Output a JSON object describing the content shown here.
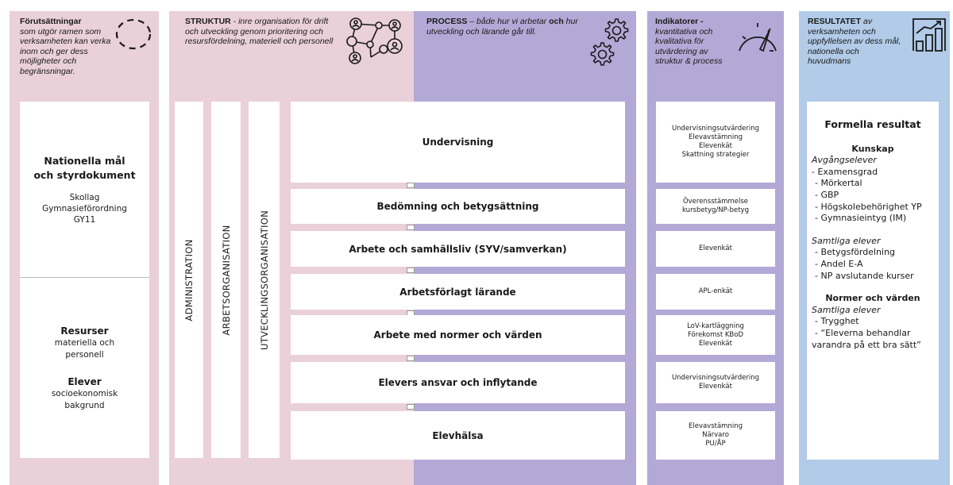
{
  "columns": {
    "forutsattningar": {
      "header_bold": "Förutsättningar",
      "header_italic": "som utgör ramen som verksamheten kan verka inom och ger dess möjligheter och begränsningar.",
      "box1": {
        "title": "Nationella mål och styrdokument",
        "lines": [
          "Skollag",
          "Gymnasieförordning",
          "GY11"
        ]
      },
      "box2": {
        "title1": "Resurser",
        "sub1": [
          "materiella och",
          "personell"
        ],
        "title2": "Elever",
        "sub2": [
          "socioekonomisk",
          "bakgrund"
        ]
      }
    },
    "struktur": {
      "header_bold": "STRUKTUR",
      "header_italic": " - inre organisation för drift och utveckling genom prioritering och resursfördelning, materiell och personell",
      "vertical_labels": [
        "ADMINISTRATION",
        "ARBETSORGANISATION",
        "UTVECKLINGSORGANISATION"
      ]
    },
    "process": {
      "header_bold": "PROCESS",
      "header_italic_1": " – både hur vi arbetar ",
      "header_bold_2": "och",
      "header_italic_2": " hur utveckling och lärande går till.",
      "items": [
        "Undervisning",
        "Bedömning och betygsättning",
        "Arbete och samhällsliv (SYV/samverkan)",
        "Arbetsförlagt lärande",
        "Arbete med normer och värden",
        "Elevers ansvar och inflytande",
        "Elevhälsa"
      ]
    },
    "indikatorer": {
      "header_bold": "Indikatorer -",
      "header_italic": "kvantitativa och kvalitativa för utvärdering av struktur & process",
      "items": [
        [
          "Undervisningsutvärdering",
          "Elevavstämning",
          "Elevenkät",
          "Skattning strategier"
        ],
        [
          "Överensstämmelse",
          "kursbetyg/NP-betyg"
        ],
        [
          "Elevenkät"
        ],
        [
          "APL-enkät"
        ],
        [
          "LoV-kartläggning",
          "Förekomst KBoD",
          "Elevenkät"
        ],
        [
          "Undervisningsutvärdering",
          "Elevenkät"
        ],
        [
          "Elevavstämning",
          "Närvaro",
          "PU/ÅP"
        ]
      ]
    },
    "resultatet": {
      "header_bold": "RESULTATET",
      "header_italic": " av verksamheten och uppfyllelsen av dess mål, nationella och huvudmans",
      "title": "Formella resultat",
      "kunskap": "Kunskap",
      "avgangselever": "Avgångselever",
      "avg_items": [
        "- Examensgrad",
        "- Mörkertal",
        "- GBP",
        "- Högskolebehörighet YP",
        "- Gymnasieintyg (IM)"
      ],
      "samtliga1": "Samtliga elever",
      "sam_items": [
        "- Betygsfördelning",
        "- Andel E-A",
        "- NP avslutande kurser"
      ],
      "normer": "Normer och värden",
      "samtliga2": "Samtliga elever",
      "norm_items": [
        "- Trygghet",
        "- “Eleverna behandlar",
        "varandra på ett bra sätt”"
      ]
    }
  },
  "icons": [
    "dashed-circle-icon",
    "network-people-icon",
    "gears-icon",
    "speedometer-icon",
    "bar-chart-icon"
  ],
  "colors": {
    "pink": "#ead0d9",
    "purple": "#b3a9d6",
    "blue": "#b1cbe8",
    "white": "#ffffff"
  }
}
